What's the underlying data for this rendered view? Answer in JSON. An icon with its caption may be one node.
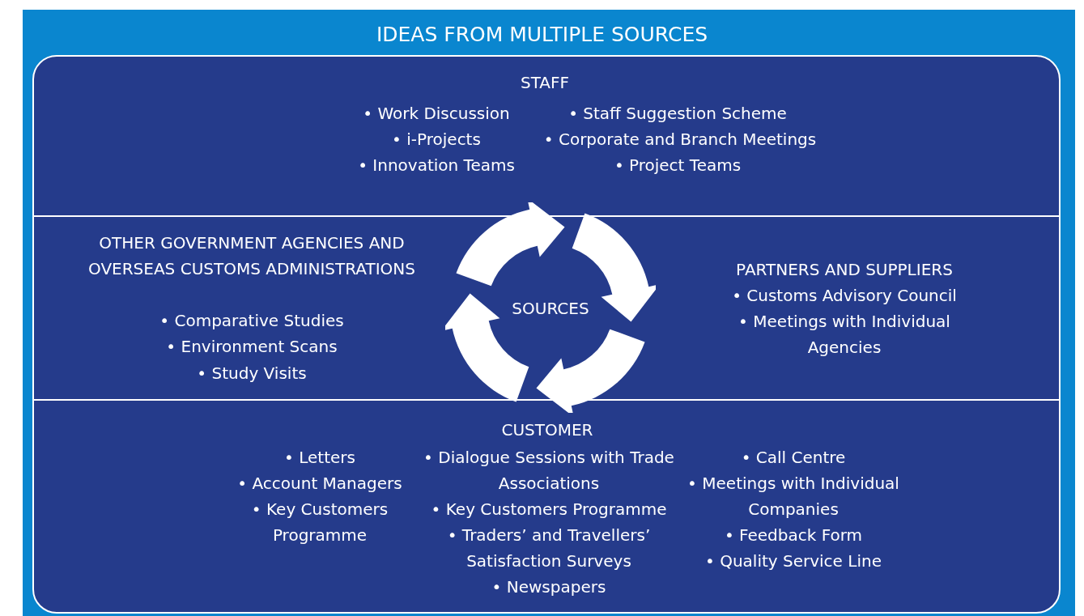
{
  "diagram": {
    "title": "IDEAS FROM MULTIPLE SOURCES",
    "nodes": [
      {
        "text": [
          "STAFF",
          "• Work Discussion",
          "• Staff Suggestion Scheme",
          "• i-Projects",
          "• Corporate and Branch Meetings",
          "• Innovation Teams",
          "• Project Teams"
        ]
      },
      {
        "text": [
          "OTHER GOVERNMENT AGENCIES AND OVERSEAS CUSTOMS ADMINISTRATIONS",
          "• Comparative Studies",
          "• Environment Scans",
          "• Study Visits"
        ]
      },
      {
        "text": [
          "SOURCES"
        ]
      },
      {
        "text": [
          "PARTNERS AND SUPPLIERS",
          "• Customs Advisory Council",
          "• Meetings with Individual Agencies"
        ]
      },
      {
        "text": [
          "CUSTOMER",
          "• Letters",
          "• Account Managers",
          "• Key Customers Programme",
          "• Dialogue Sessions with Trade Associations",
          "• Key Customers Programme",
          "• Traders’ and Travellers’ Satisfaction Surveys",
          "• Newspapers",
          "• Call Centre",
          "• Meetings with Individual Companies",
          "• Feedback Form",
          "• Quality Service Line"
        ]
      }
    ],
    "edges": []
  }
}
